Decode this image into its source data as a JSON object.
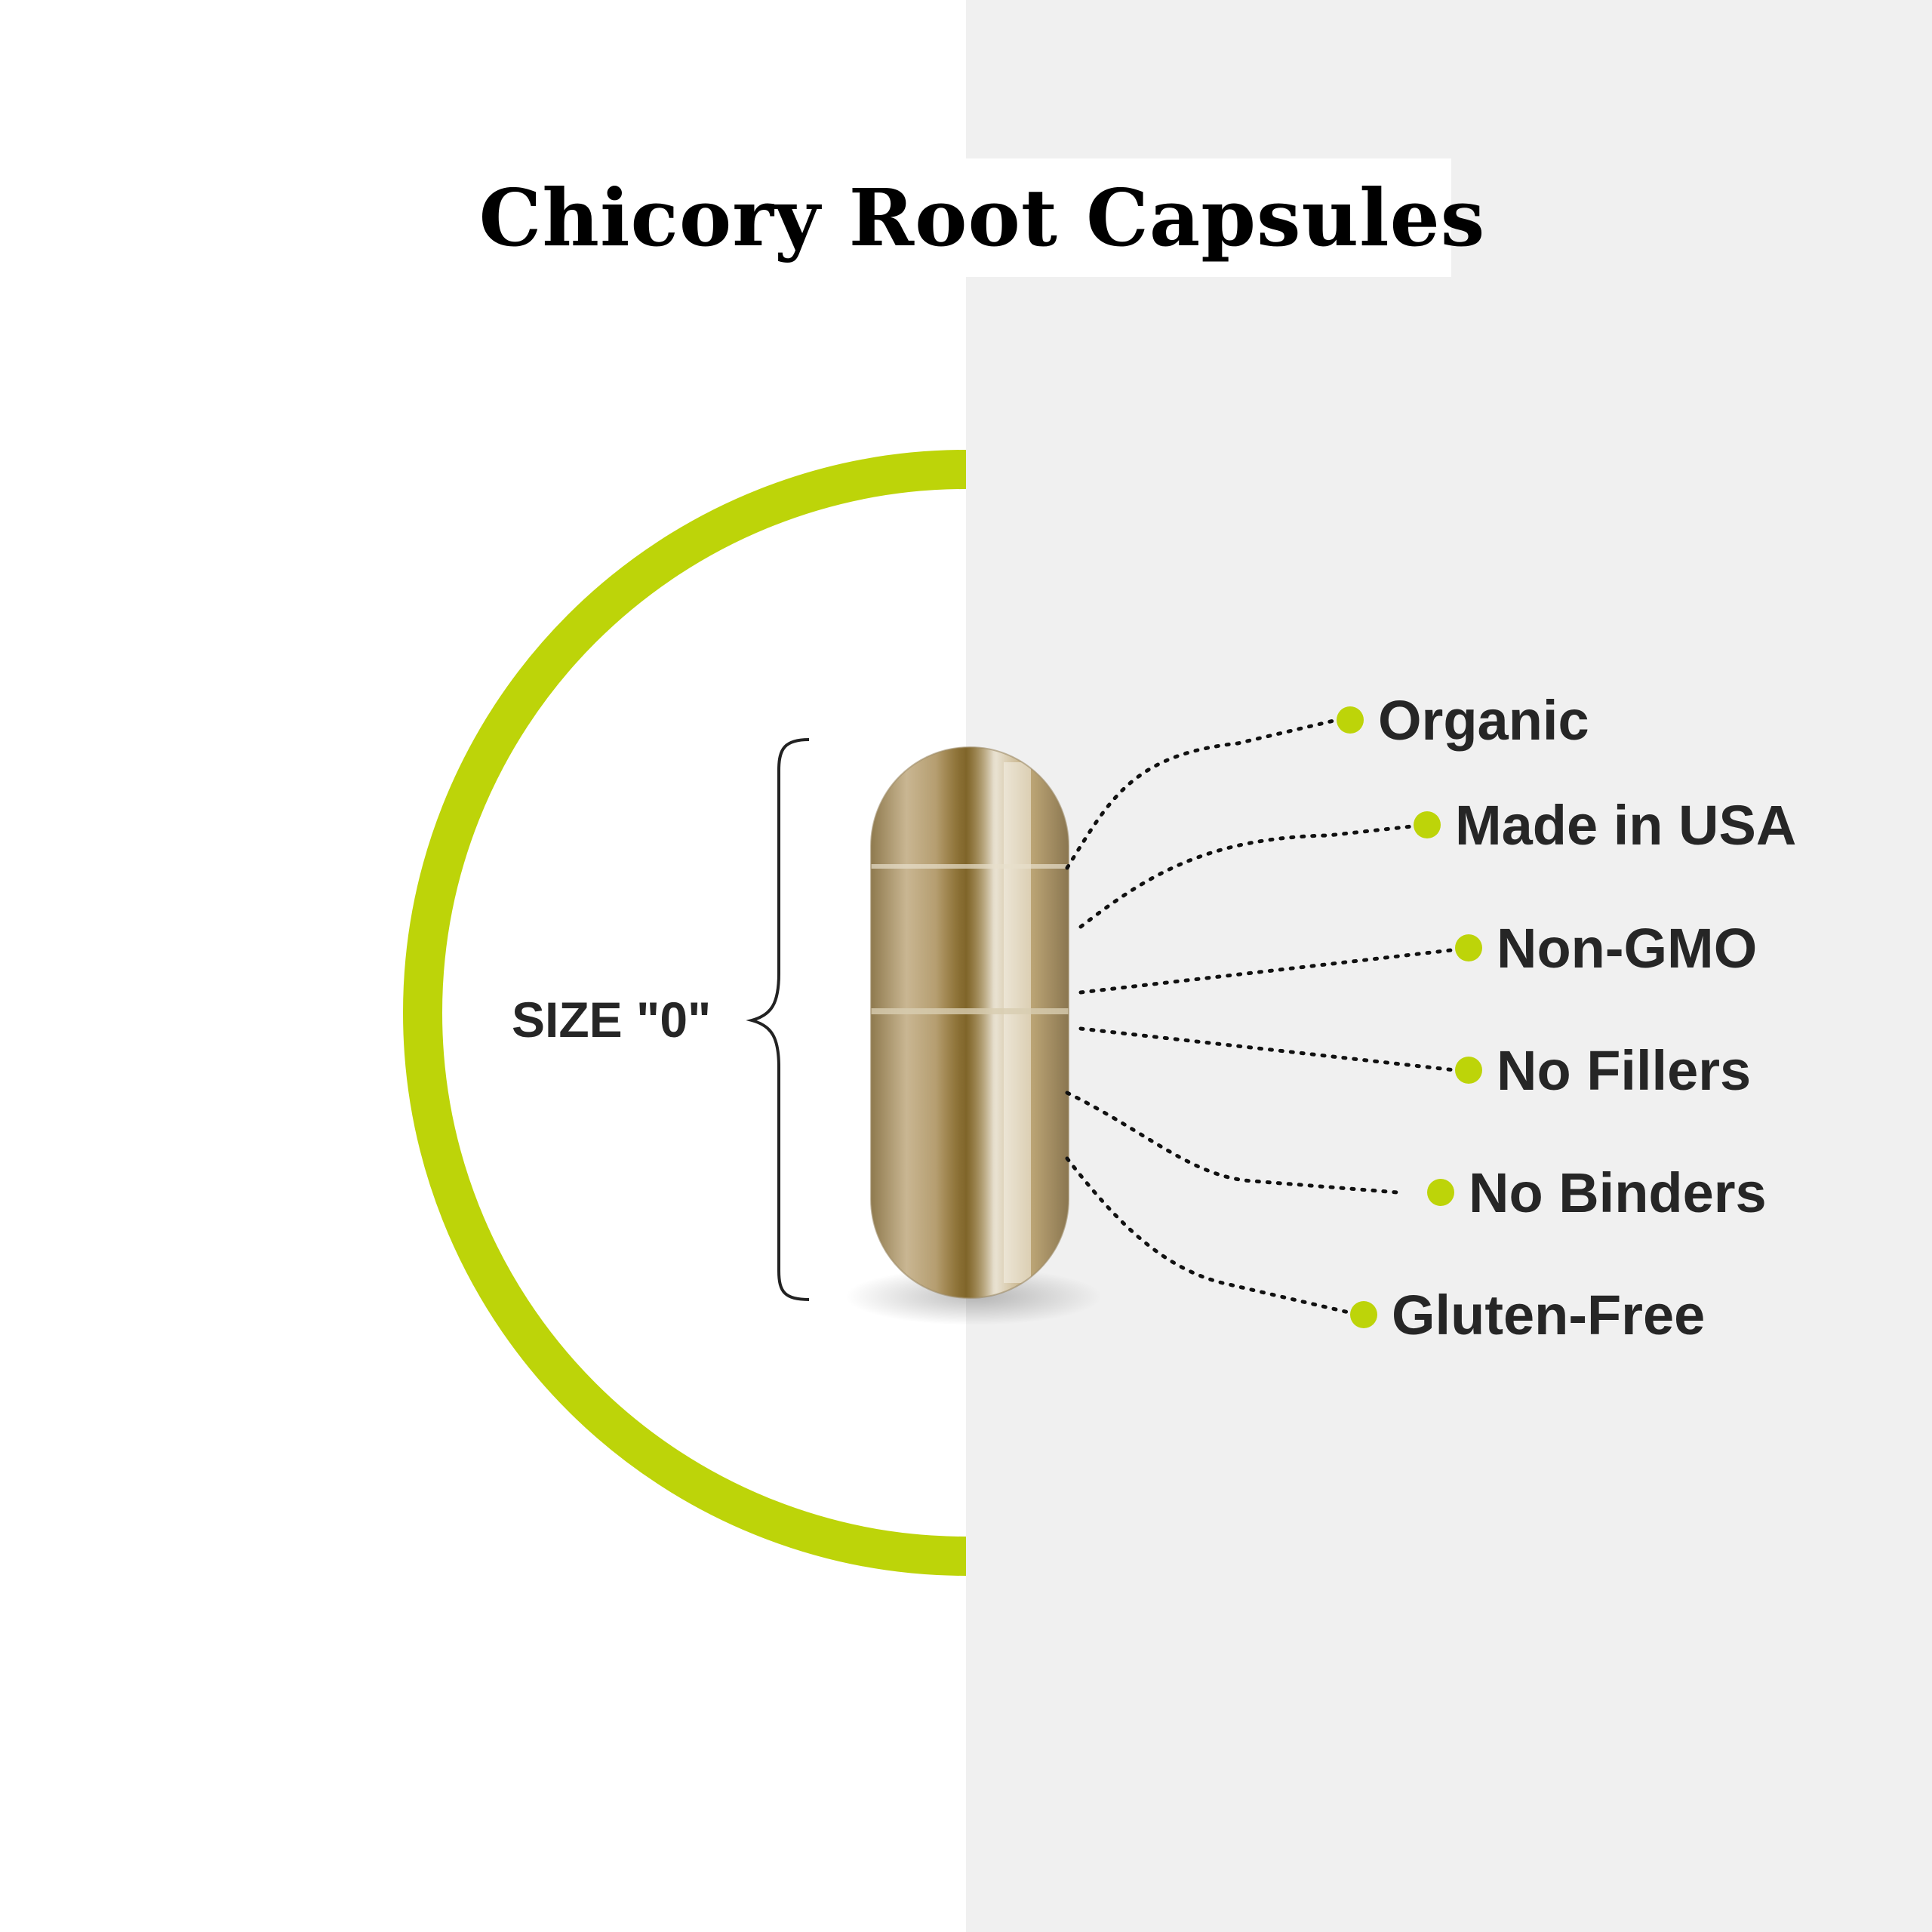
{
  "title": "Chicory Root Capsules",
  "size_label": "SIZE \"0\"",
  "features": [
    "Organic",
    "Made in USA",
    "Non-GMO",
    "No Fillers",
    "No Binders",
    "Gluten-Free"
  ],
  "colors": {
    "accent": "#bdd409",
    "left_background": "#ffffff",
    "right_background": "#f0f0f0",
    "text": "#262626",
    "capsule_powder": "#a88a4a"
  },
  "icons": [
    "bullet-dot-icon",
    "curly-brace-icon",
    "capsule-image"
  ]
}
